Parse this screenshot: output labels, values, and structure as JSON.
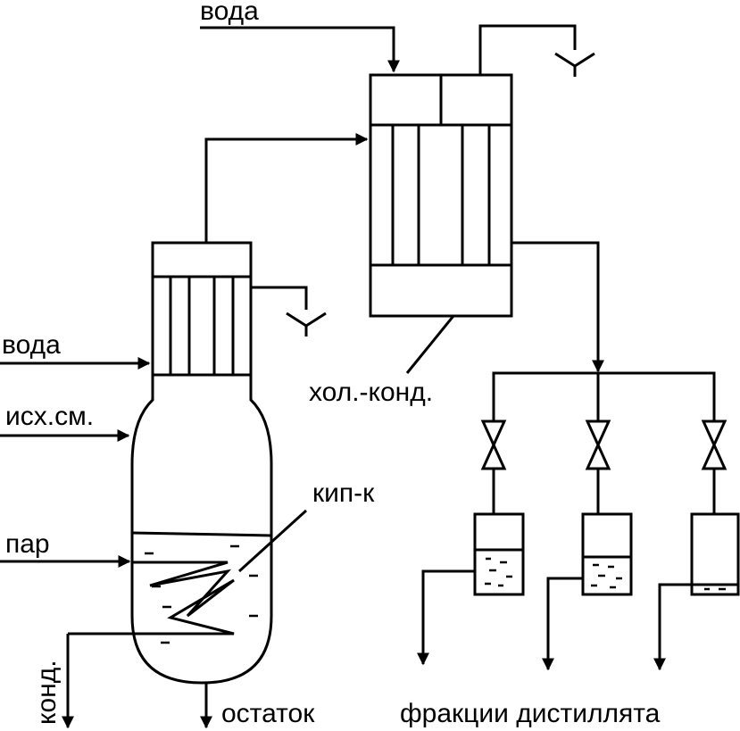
{
  "labels": {
    "water_top": "вода",
    "water_left": "вода",
    "feed": "исх.см.",
    "steam": "пар",
    "condensate": "конд.",
    "residue": "остаток",
    "reboiler": "кип-к",
    "cooler_condenser": "хол.-конд.",
    "fractions": "фракции дистиллята"
  },
  "colors": {
    "line": "#000000",
    "background": "#ffffff"
  }
}
